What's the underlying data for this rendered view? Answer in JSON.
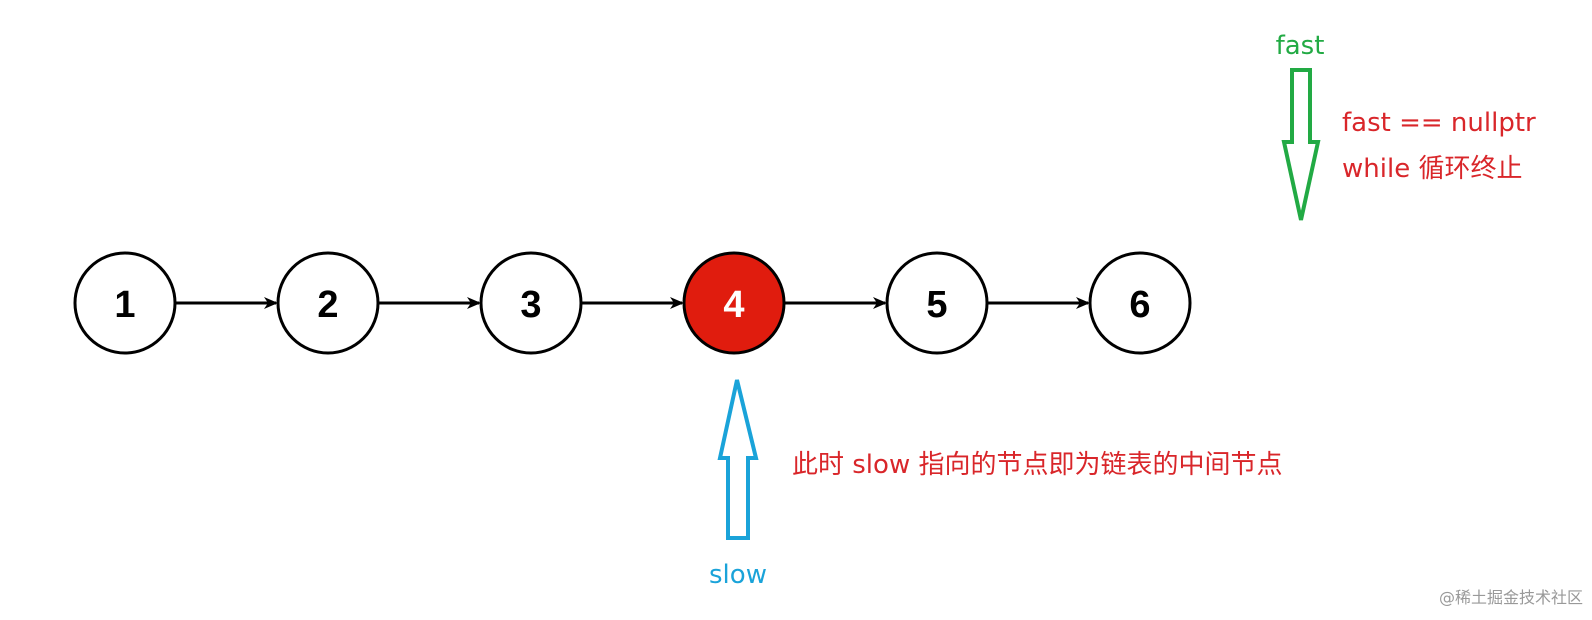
{
  "nodes": [
    {
      "label": "1",
      "highlighted": false
    },
    {
      "label": "2",
      "highlighted": false
    },
    {
      "label": "3",
      "highlighted": false
    },
    {
      "label": "4",
      "highlighted": true
    },
    {
      "label": "5",
      "highlighted": false
    },
    {
      "label": "6",
      "highlighted": false
    }
  ],
  "pointers": {
    "fast": {
      "label": "fast",
      "color": "#22aa44"
    },
    "slow": {
      "label": "slow",
      "color": "#1aa3d9"
    }
  },
  "annotations": {
    "fast_note_line1": "fast == nullptr",
    "fast_note_line2": "while 循环终止",
    "slow_note": "此时 slow 指向的节点即为链表的中间节点"
  },
  "colors": {
    "highlight_fill": "#e01c0e",
    "node_fill": "#ffffff",
    "node_stroke": "#000000",
    "note_text": "#d9262a"
  },
  "watermark": "@稀土掘金技术社区"
}
